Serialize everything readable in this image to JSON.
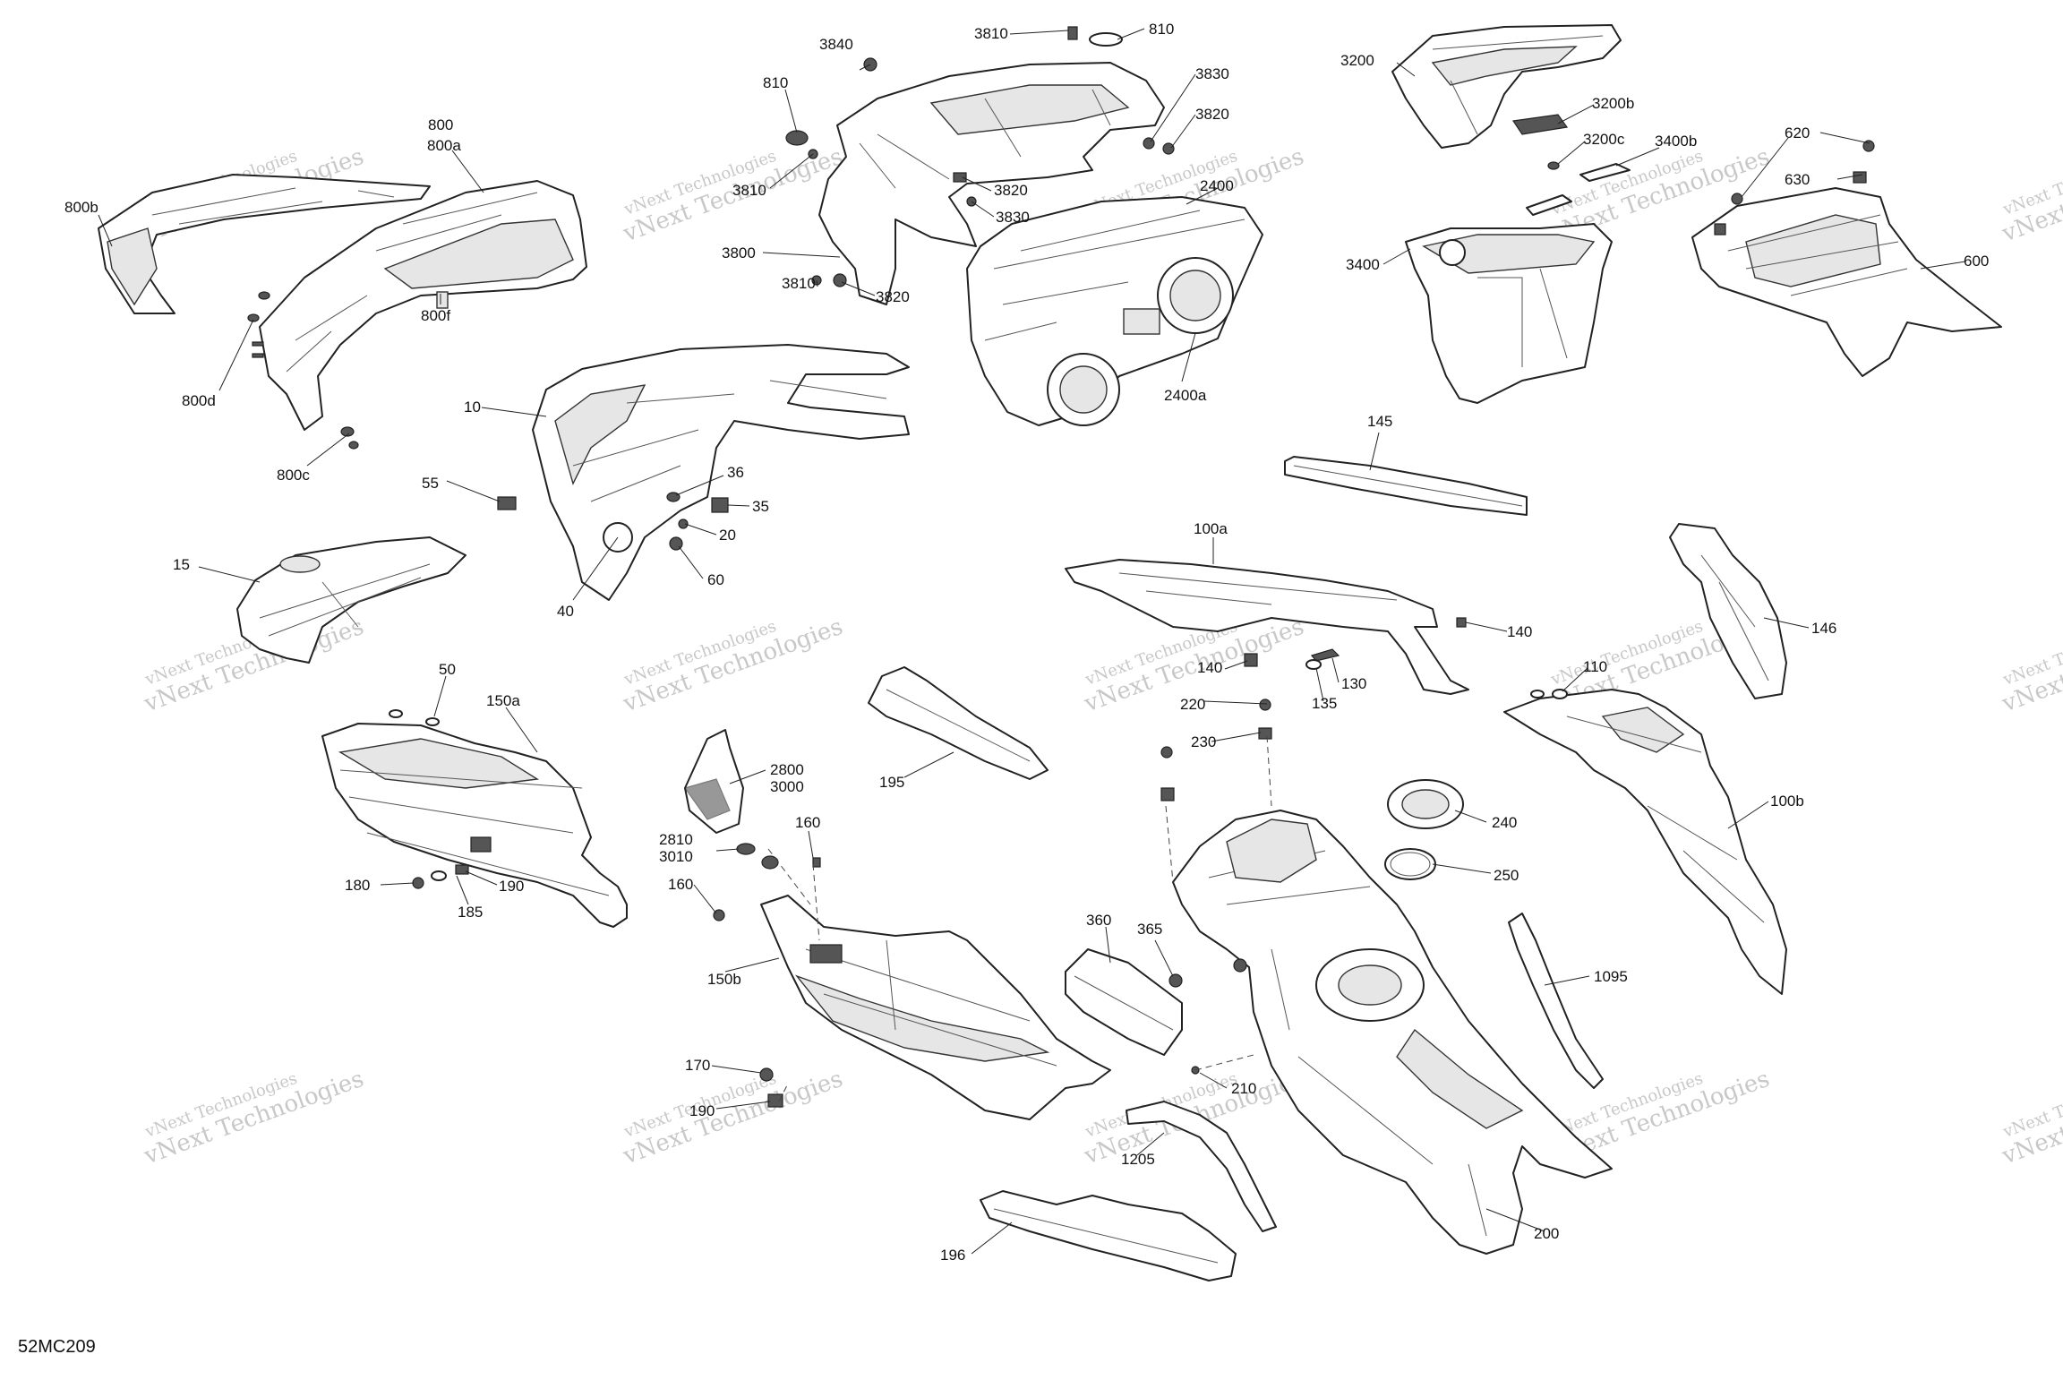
{
  "diagram_code": "52MC209",
  "watermark": {
    "line1": "vNext Technologies",
    "line2": "vNext Technologies"
  },
  "labels": {
    "p800": "800",
    "p800a": "800a",
    "p800b": "800b",
    "p800d": "800d",
    "p800c": "800c",
    "p800f": "800f",
    "p3840": "3840",
    "p3810a": "3810",
    "p810a": "810",
    "p810b": "810",
    "p3830a": "3830",
    "p3820a": "3820",
    "p3810b": "3810",
    "p3820b": "3820",
    "p3830b": "3830",
    "p3800": "3800",
    "p3810c": "3810",
    "p3820c": "3820",
    "p2400": "2400",
    "p2400a": "2400a",
    "p3200": "3200",
    "p3200b": "3200b",
    "p3200c": "3200c",
    "p3400b": "3400b",
    "p3400": "3400",
    "p620": "620",
    "p630": "630",
    "p600": "600",
    "p10": "10",
    "p55": "55",
    "p36": "36",
    "p35": "35",
    "p20": "20",
    "p60": "60",
    "p40": "40",
    "p15": "15",
    "p145": "145",
    "p146": "146",
    "p100a": "100a",
    "p140a": "140",
    "p140b": "140",
    "p130": "130",
    "p135": "135",
    "p110": "110",
    "p100b": "100b",
    "p50": "50",
    "p150a": "150a",
    "p180": "180",
    "p185": "185",
    "p190": "190",
    "p195": "195",
    "p2800": "2800",
    "p3000": "3000",
    "p2810": "2810",
    "p3010": "3010",
    "p160a": "160",
    "p160b": "160",
    "p150b": "150b",
    "p170": "170",
    "p1900": "190",
    "p360": "360",
    "p365": "365",
    "p210": "210",
    "p220": "220",
    "p230": "230",
    "p240": "240",
    "p250": "250",
    "p1095": "1095",
    "p1205": "1205",
    "p196": "196",
    "p200": "200"
  }
}
